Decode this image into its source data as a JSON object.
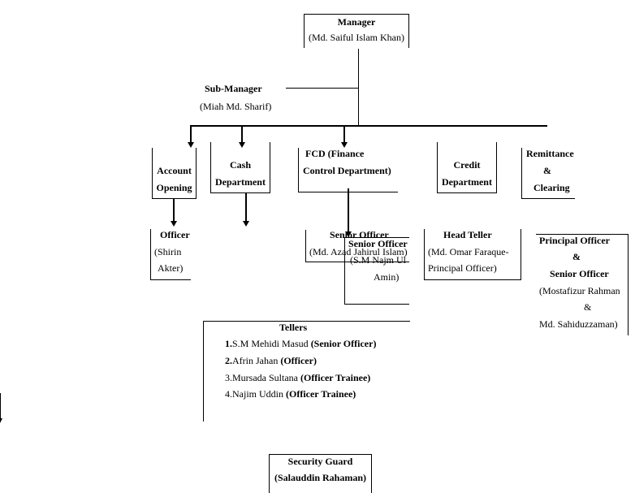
{
  "manager": {
    "title": "Manager",
    "name": "(Md. Saiful Islam Khan)"
  },
  "sub_manager": {
    "title": "Sub-Manager",
    "name": "(Miah Md. Sharif)"
  },
  "departments": {
    "account_opening": {
      "line1": "Account",
      "line2": "Opening"
    },
    "cash": {
      "line1": "Cash",
      "line2": "Department"
    },
    "fcd": {
      "line1": "FCD (Finance",
      "line2": "Control Department)"
    },
    "credit": {
      "line1": "Credit",
      "line2": "Department"
    },
    "remittance": {
      "line1": "Remittance",
      "line2": "&",
      "line3": "Clearing"
    }
  },
  "officer_box": {
    "title": "Officer",
    "name1": "(Shirin",
    "name2": "Akter)"
  },
  "fcd_senior_officer_1": {
    "title": "Senior Officer",
    "name": "(Md. Azad Jahirul Islam)"
  },
  "fcd_senior_officer_2": {
    "title": "Senior Officer",
    "name1": "(S.M Najm Ul",
    "name2": "Amin)"
  },
  "head_teller": {
    "title": "Head Teller",
    "name1": "(Md. Omar Faraque-",
    "name2": "Principal Officer)"
  },
  "remittance_officers": {
    "title1": "Principal Officer",
    "amp1": "&",
    "title2": "Senior Officer",
    "name1": "(Mostafizur Rahman",
    "amp2": "&",
    "name2": "Md. Sahiduzzaman)"
  },
  "tellers": {
    "title": "Tellers",
    "items": [
      {
        "num": "1.",
        "name": "S.M Mehidi Masud ",
        "role": "(Senior Officer)"
      },
      {
        "num": "2.",
        "name": "Afrin Jahan ",
        "role": "(Officer)"
      },
      {
        "num": "3.",
        "name": "Mursada Sultana ",
        "role": "(Officer Trainee)"
      },
      {
        "num": "4.",
        "name": "Najim Uddin ",
        "role": "(Officer Trainee)"
      }
    ]
  },
  "security_guard": {
    "title": "Security Guard",
    "name": "(Salauddin Rahaman)"
  }
}
